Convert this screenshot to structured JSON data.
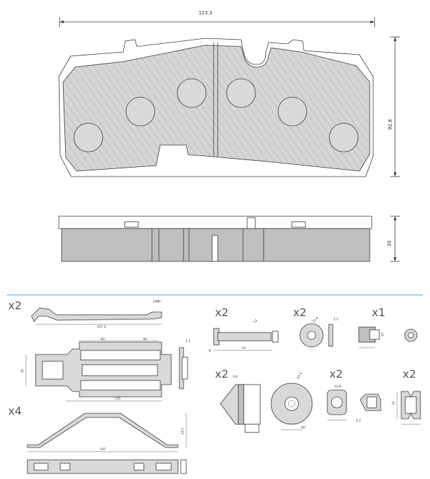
{
  "dimensions": {
    "pad_width": "123.3",
    "pad_height": "92.8",
    "pad_thickness": "30"
  },
  "quantities": {
    "clip_spring": "x2",
    "cross_spring": "x4",
    "pin": "x2",
    "washer": "x2",
    "sensor": "x1",
    "plug": "x2",
    "bushing": "x2",
    "clip": "x2"
  },
  "accessory_dims": {
    "clip_length": "167.4",
    "clip_height": "2.04",
    "plate_a": "80",
    "plate_b": "80",
    "plate_c": "155",
    "plate_d": "24",
    "cross_length": "197",
    "cross_height": "24.0",
    "pin_length": "52",
    "pin_d": "8",
    "pin_head": "12",
    "washer_d": "25.4",
    "washer_t": "1.5",
    "bushing_d": "63.6",
    "bushing_w": "80",
    "plug_w": "6.2",
    "clip_h": "24",
    "sensor_d": "10"
  },
  "colors": {
    "accent_line": "#4da6d8",
    "pad_fill": "#d9d9d9",
    "pad_dark": "#bfbfbf"
  }
}
